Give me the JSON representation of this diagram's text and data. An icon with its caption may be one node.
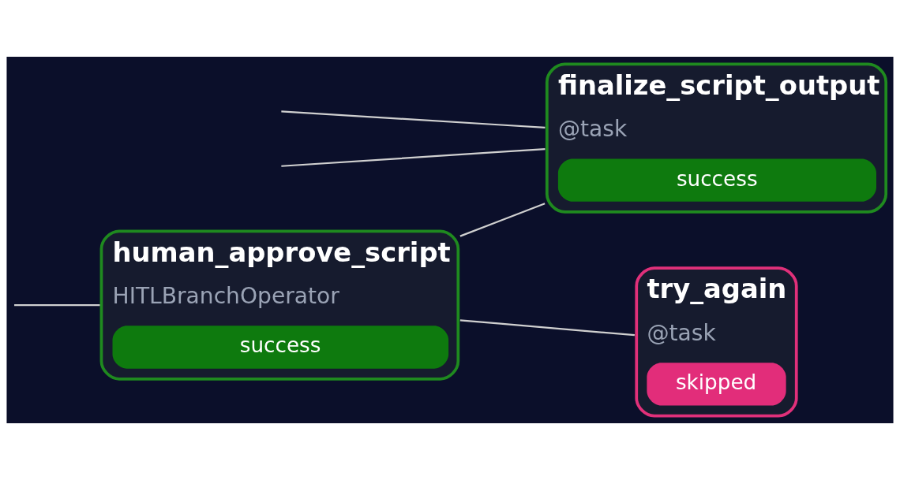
{
  "diagram": {
    "nodes": [
      {
        "text": [
          "finalize_script_output",
          "@task",
          "success"
        ]
      },
      {
        "text": [
          "human_approve_script",
          "HITLBranchOperator",
          "success"
        ]
      },
      {
        "text": [
          "try_again",
          "@task",
          "skipped"
        ]
      }
    ],
    "edges": [
      {
        "from": null,
        "to": 0,
        "arrow": "none"
      },
      {
        "from": null,
        "to": 0,
        "arrow": "none"
      },
      {
        "from": null,
        "to": 1,
        "arrow": "none"
      },
      {
        "from": 1,
        "to": 0,
        "arrow": "none"
      },
      {
        "from": 1,
        "to": 2,
        "arrow": "none"
      }
    ]
  }
}
